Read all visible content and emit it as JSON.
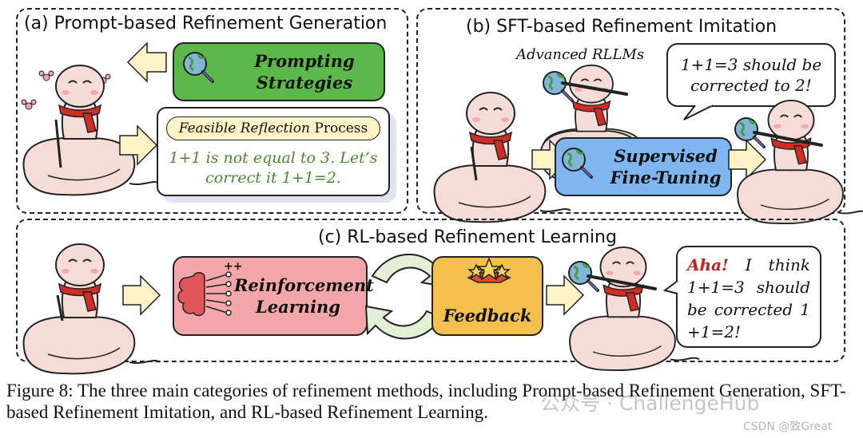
{
  "panel_a": {
    "title": "(a) Prompt-based Refinement Generation",
    "strategy_box": "Prompting Strategies",
    "process_label_italic": "Feasible Reflection",
    "process_label_plain": " Process",
    "reflection_text": "1+1 is not equal to 3. Let’s correct it 1+1=2."
  },
  "panel_b": {
    "title": "(b) SFT-based Refinement Imitation",
    "teacher_label": "Advanced RLLMs",
    "speech": "1+1=3 should be corrected to 2!",
    "sft_box": "Supervised Fine-Tuning"
  },
  "panel_c": {
    "title": "(c) RL-based Refinement Learning",
    "rl_box": "Reinforcement Learning",
    "feedback_box": "Feedback",
    "aha": "Aha!",
    "speech_rest": " I think 1+1=3 should be corrected 1 +1=2!"
  },
  "caption": "Figure 8: The three main categories of refinement methods, including Prompt-based Refinement Generation, SFT-based Refinement Imitation, and RL-based Refinement Learning.",
  "watermark": {
    "channel": "公众号 · ChallengeHub",
    "csdn": "CSDN @致Great"
  },
  "colors": {
    "green_box": "#5cb84a",
    "blue_box": "#7fb6f0",
    "pink_box": "#f4a7a9",
    "orange_box": "#f3c04d",
    "arrow_fill": "#fdf3c6",
    "reflection_text": "#4a8a2e",
    "aha": "#c0201c",
    "snake": "#f5dcd6",
    "scarf": "#d12d26"
  }
}
